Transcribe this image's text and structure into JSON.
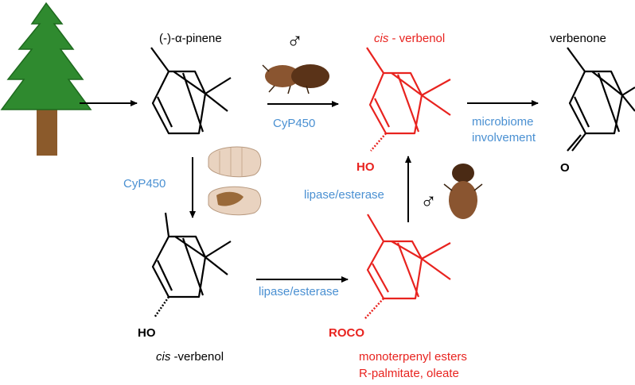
{
  "labels": {
    "alpha_pinene": "(-)-α-pinene",
    "cis_verbenol_red_italic": "cis",
    "cis_verbenol_red_rest": " - verbenol",
    "verbenone": "verbenone",
    "cis_verbenol_bottom_italic": "cis",
    "cis_verbenol_bottom_rest": " -verbenol",
    "monoterpenyl_esters": "monoterpenyl  esters",
    "r_palmitate": "R-palmitate, oleate"
  },
  "reagents": {
    "cyp450_top": "CyP450",
    "cyp450_left": "CyP450",
    "lipase_bottom": "lipase/esterase",
    "lipase_right": "lipase/esterase",
    "microbiome_line1": "microbiome",
    "microbiome_line2": "involvement"
  },
  "atoms": {
    "ho_cis_verbenol": "HO",
    "o_verbenone": "O",
    "ho_bottom": "HO",
    "roco": "ROCO"
  },
  "symbols": {
    "male_top": "♂",
    "male_right": "♂"
  },
  "colors": {
    "black": "#000000",
    "red": "#e8231f",
    "blue": "#4a90d2",
    "tree_green": "#2f8a2f",
    "trunk": "#8b5a2b",
    "beetle_brown": "#7a4a26",
    "larva": "#e9d3c0"
  }
}
